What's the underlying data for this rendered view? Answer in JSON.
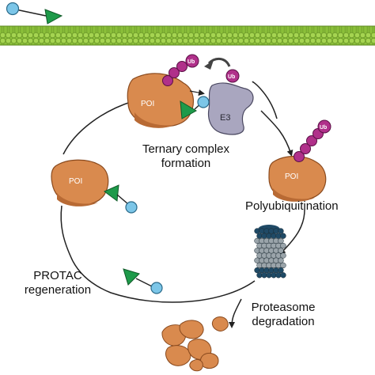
{
  "labels": {
    "ternary_line1": "Ternary complex",
    "ternary_line2": "formation",
    "polyubiquitination": "Polyubiquitination",
    "protac_line1": "PROTAC",
    "protac_line2": "regeneration",
    "proteasome_line1": "Proteasome",
    "proteasome_line2": "degradation"
  },
  "shapes": {
    "poi": "POI",
    "e3": "E3",
    "ub": "Ub"
  },
  "colors": {
    "poi": "#d98a4e",
    "poi_shadow": "#b86a34",
    "ub": "#b0308a",
    "e3": "#a9a6bf",
    "protac_ball": "#7cc6e8",
    "protac_triangle": "#1e9a4a",
    "membrane": "#8bbf3a",
    "proteasome_dark": "#1f4a66",
    "proteasome_light": "#9aa4aa"
  }
}
